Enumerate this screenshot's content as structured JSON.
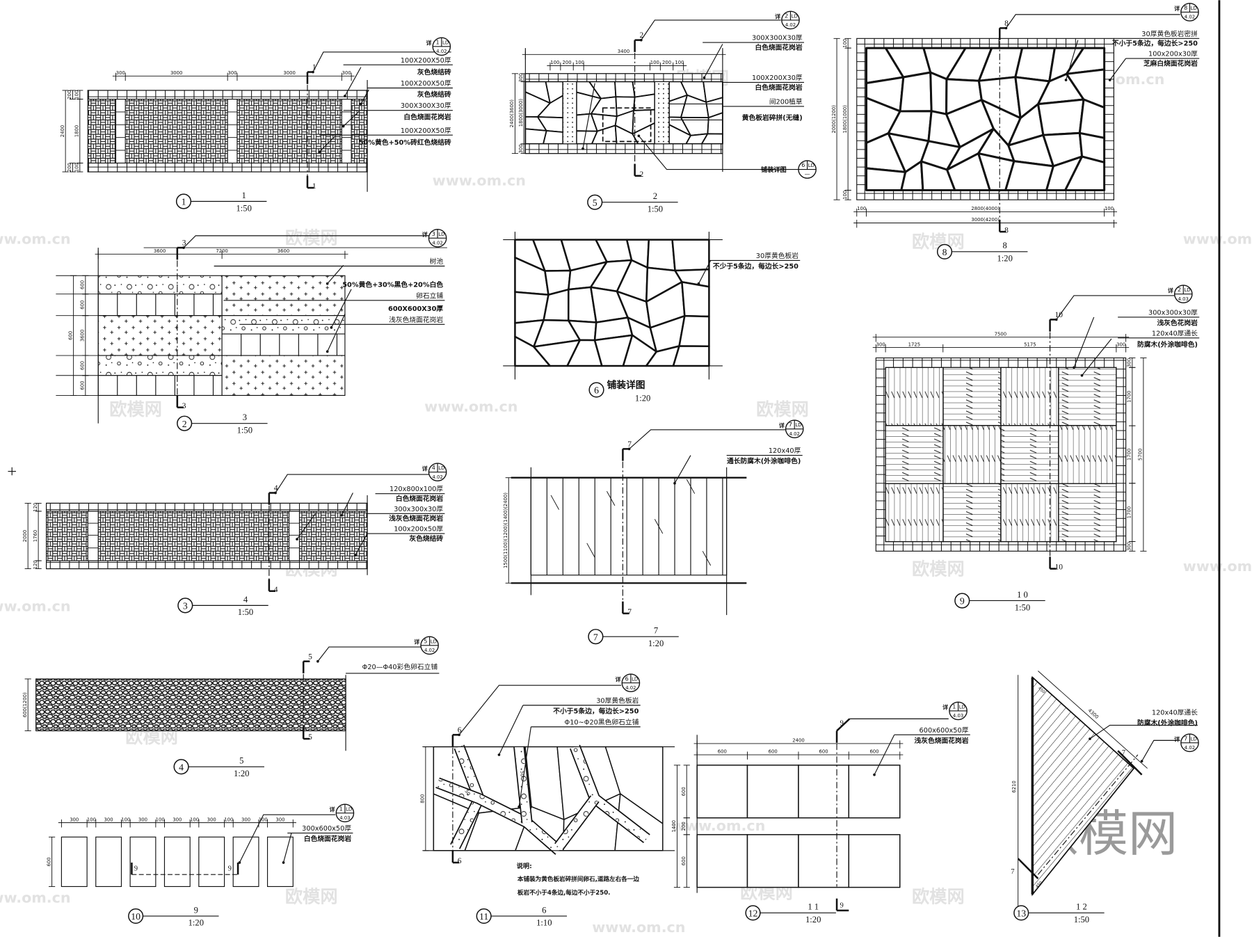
{
  "watermark": {
    "logo": "欧模网",
    "site": "www.om.cn"
  },
  "ref_prefix": "详",
  "ref_code": "LD",
  "colors": {
    "ink": "#111111",
    "watermark": "#e2e2e2",
    "background": "#ffffff"
  },
  "drawings": [
    {
      "id": "d1",
      "num": "1",
      "title": "1",
      "scale": "1:50",
      "section": "1",
      "ref": {
        "num": "1",
        "sheet": "4.02"
      },
      "notes": [
        "100X200X50厚",
        "灰色烧结砖",
        "100X200X50厚",
        "灰色烧结砖",
        "300X300X30厚",
        "白色烧面花岗岩",
        "100X200X50厚",
        "50%黄色+50%砖红色烧结砖"
      ],
      "dims_top": [
        "300",
        "3000",
        "300",
        "3000",
        "300"
      ],
      "dims_left": [
        "2400",
        "1800",
        "100",
        "200",
        "100",
        "200"
      ]
    },
    {
      "id": "d2",
      "num": "2",
      "title": "3",
      "scale": "1:50",
      "section": "3",
      "ref": {
        "num": "3",
        "sheet": "4.02"
      },
      "notes": [
        "树池",
        "50%黄色+30%黑色+20%白色",
        "卵石立铺",
        "600X600X30厚",
        "浅灰色烧面花岗岩"
      ],
      "dims_top": [
        "3600",
        "7200",
        "3600"
      ],
      "dims_left": [
        "600",
        "600",
        "3600",
        "600",
        "600",
        "600"
      ]
    },
    {
      "id": "d3",
      "num": "3",
      "title": "4",
      "scale": "1:50",
      "section": "4",
      "ref": {
        "num": "4",
        "sheet": "4.02"
      },
      "notes": [
        "120x800x100厚",
        "白色烧面花岗岩",
        "300x300x30厚",
        "浅灰色烧面花岗岩",
        "100x200x50厚",
        "灰色烧结砖"
      ],
      "dims_left": [
        "2000",
        "1760",
        "120",
        "120"
      ]
    },
    {
      "id": "d4",
      "num": "4",
      "title": "5",
      "scale": "1:20",
      "section": "5",
      "ref": {
        "num": "5",
        "sheet": "4.02"
      },
      "notes": [
        "Φ20—Φ40彩色卵石立铺"
      ],
      "dims_left": [
        "600(1200)"
      ]
    },
    {
      "id": "d5",
      "num": "5",
      "title": "2",
      "scale": "1:50",
      "section": "2",
      "ref": {
        "num": "2",
        "sheet": "4.02"
      },
      "notes": [
        "300X300X30厚",
        "白色烧面花岗岩",
        "100X200X30厚",
        "白色烧面花岗岩",
        "间200植草",
        "黄色板岩碎拼(无缝)"
      ],
      "detail_label": "铺装详图",
      "detail_ref": {
        "num": "6",
        "sheet": "—"
      },
      "dims_top": [
        "3400",
        "100",
        "200",
        "100",
        "100",
        "200",
        "100"
      ],
      "dims_left": [
        "2400(3600)",
        "1800(3000)",
        "300",
        "300"
      ]
    },
    {
      "id": "d6",
      "num": "6",
      "title": "铺装详图",
      "scale": "1:20",
      "notes": [
        "30厚黄色板岩",
        "不少于5条边，每边长>250"
      ]
    },
    {
      "id": "d7",
      "num": "7",
      "title": "7",
      "scale": "1:20",
      "section": "7",
      "ref": {
        "num": "7",
        "sheet": "4.02"
      },
      "notes": [
        "120x40厚",
        "通长防腐木(外涂咖啡色)"
      ],
      "dims_left": [
        "1500(1100)(1200)(1400)(2400)"
      ]
    },
    {
      "id": "d8",
      "num": "8",
      "title": "8",
      "scale": "1:20",
      "section": "8",
      "ref": {
        "num": "8",
        "sheet": "4.02"
      },
      "notes": [
        "30厚黄色板岩密拼",
        "不小于5条边，每边长>250",
        "100x200x30厚",
        "芝麻白烧面花岗岩"
      ],
      "dims_left": [
        "2000(1200)",
        "1800(1000)",
        "100",
        "100"
      ],
      "dims_bottom": [
        "100",
        "2800(4000)",
        "100",
        "3000(4200)"
      ]
    },
    {
      "id": "d9",
      "num": "9",
      "title": "1 0",
      "scale": "1:50",
      "section": "10",
      "ref": {
        "num": "2",
        "sheet": "4.03"
      },
      "notes": [
        "300x300x30厚",
        "浅灰色花岗岩",
        "120x40厚通长",
        "防腐木(外涂咖啡色)"
      ],
      "dims_top": [
        "300",
        "1725",
        "7500",
        "5175",
        "300"
      ],
      "dims_right": [
        "1700",
        "1700",
        "1700",
        "5700",
        "300",
        "300"
      ]
    },
    {
      "id": "d10",
      "num": "10",
      "title": "9",
      "scale": "1:20",
      "section": "9",
      "ref": {
        "num": "1",
        "sheet": "4.03"
      },
      "notes": [
        "300x600x50厚",
        "白色烧面花岗岩"
      ],
      "dims_top": [
        "300",
        "100",
        "300",
        "100",
        "300",
        "100",
        "300",
        "100",
        "300",
        "100",
        "300",
        "100",
        "300"
      ],
      "dims_left": [
        "600"
      ]
    },
    {
      "id": "d11",
      "num": "11",
      "title": "6",
      "scale": "1:10",
      "section": "6",
      "ref": {
        "num": "6",
        "sheet": "4.02"
      },
      "notes": [
        "30厚黄色板岩",
        "不小于5条边，每边长>250",
        "Φ10~Φ20黑色卵石立铺"
      ],
      "remark_title": "说明:",
      "remark_lines": [
        "本铺装为黄色板岩碎拼间卵石,道路左右各一边",
        "板岩不小于4条边,每边不小于250."
      ],
      "dims_left": [
        "800"
      ],
      "inner_label": "50"
    },
    {
      "id": "d12",
      "num": "12",
      "title": "1 1",
      "scale": "1:20",
      "section": "9",
      "ref": {
        "num": "1",
        "sheet": "4.03"
      },
      "notes": [
        "600x600x50厚",
        "浅灰色烧面花岗岩"
      ],
      "dims_top": [
        "2400",
        "600",
        "600",
        "600",
        "600"
      ],
      "dims_left": [
        "1400",
        "600",
        "200",
        "600"
      ]
    },
    {
      "id": "d13",
      "num": "13",
      "title": "1 2",
      "scale": "1:50",
      "section": "7",
      "ref": {
        "num": "7",
        "sheet": "4.02"
      },
      "notes": [
        "120x40厚通长",
        "防腐木(外涂咖啡色)"
      ],
      "dims": [
        "4300",
        "6210",
        "450",
        "450"
      ]
    }
  ]
}
